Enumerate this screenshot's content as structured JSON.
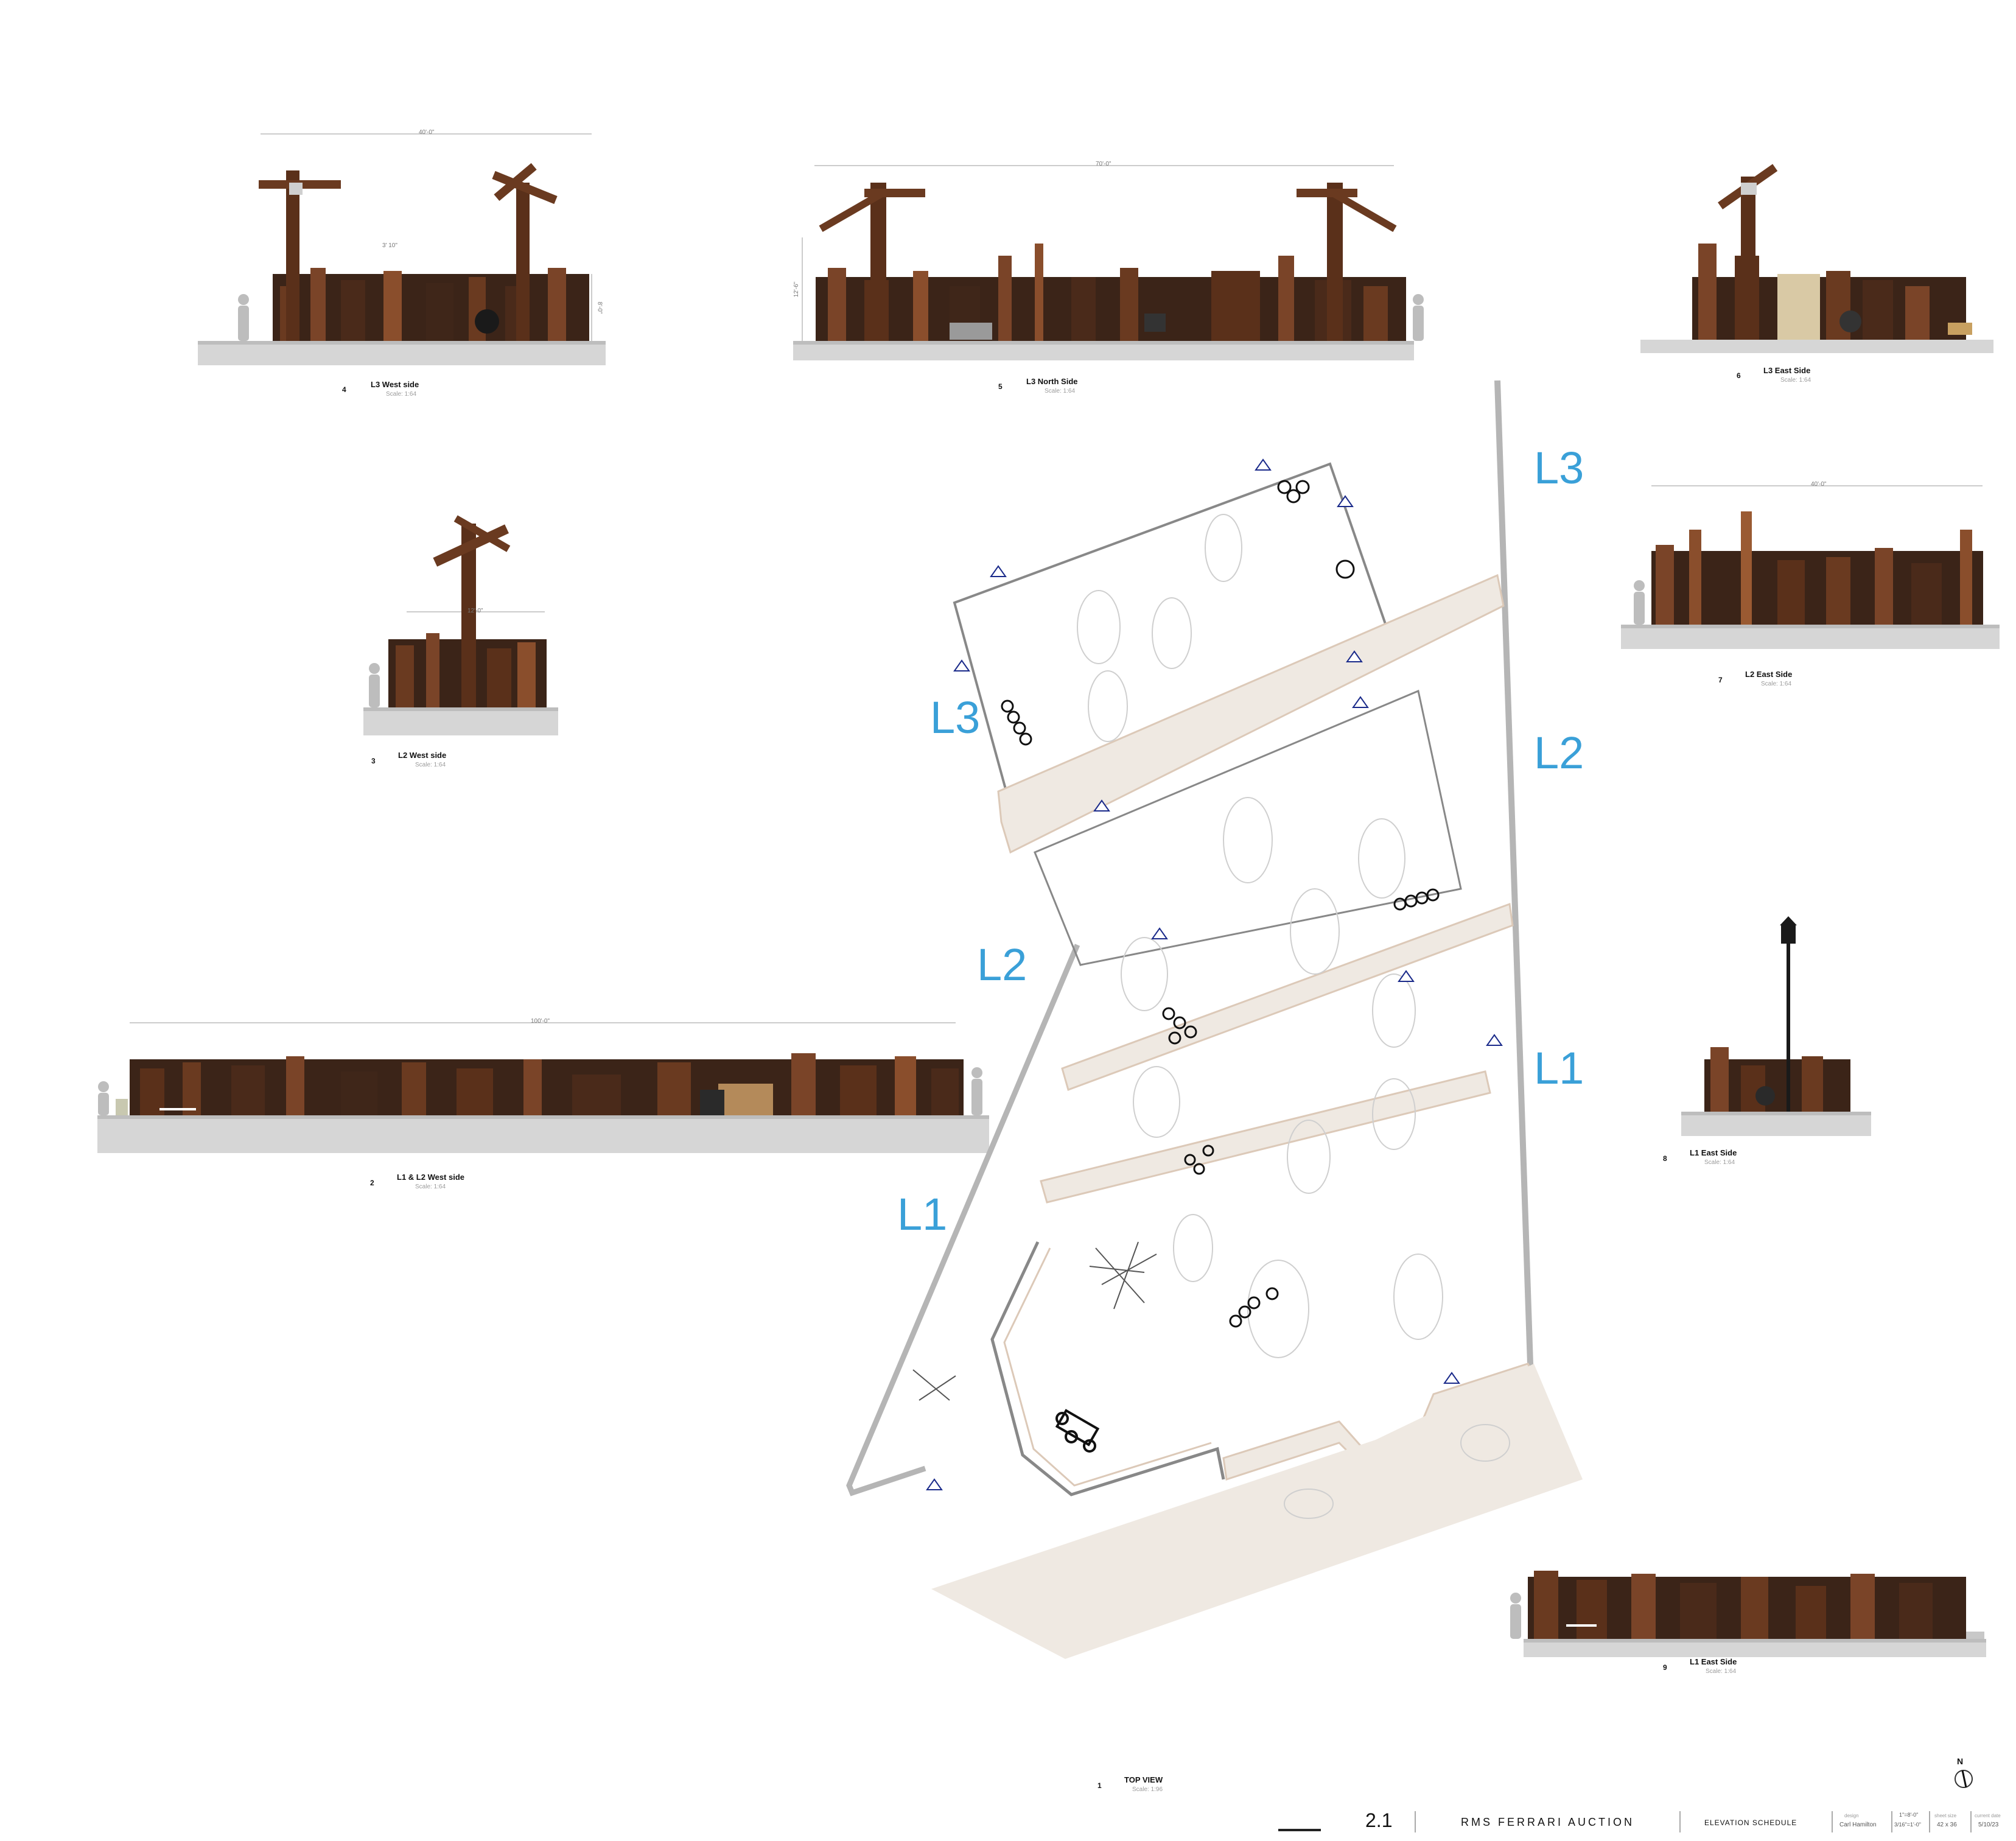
{
  "views": {
    "v4": {
      "number": "4",
      "title": "L3 West side",
      "scale": "Scale: 1:64",
      "dim": "40'-0\"",
      "sub_dim": "3' 10\"",
      "side_dim": "8'-0\""
    },
    "v5": {
      "number": "5",
      "title": "L3 North Side",
      "scale": "Scale: 1:64",
      "dim": "70'-0\"",
      "side_dim": "12'-6\""
    },
    "v6": {
      "number": "6",
      "title": "L3 East Side",
      "scale": "Scale: 1:64"
    },
    "v3": {
      "number": "3",
      "title": "L2 West side",
      "scale": "Scale: 1:64",
      "dim": "12'-0\""
    },
    "v7": {
      "number": "7",
      "title": "L2 East Side",
      "scale": "Scale: 1:64",
      "dim": "40'-0\""
    },
    "v2": {
      "number": "2",
      "title": "L1 & L2 West side",
      "scale": "Scale: 1:64",
      "dim": "100'-0\""
    },
    "v8": {
      "number": "8",
      "title": "L1 East Side",
      "scale": "Scale: 1:64"
    },
    "v9": {
      "number": "9",
      "title": "L1 East Side",
      "scale": "Scale: 1:64"
    },
    "v1": {
      "number": "1",
      "title": "TOP VIEW",
      "scale": "Scale: 1:96"
    }
  },
  "levels": {
    "right_l3": "L3",
    "right_l2": "L2",
    "right_l1": "L1",
    "left_l3": "L3",
    "left_l2": "L2",
    "left_l1": "L1"
  },
  "title_block": {
    "sheet": "2.1",
    "project": "RMS FERRARI AUCTION",
    "sheet_title": "ELEVATION SCHEDULE",
    "design_label": "design",
    "design_value": "Carl Hamilton",
    "scale_label": "1\"=8'-0\"",
    "scale_value": "3/16\"=1'-0\"",
    "size_label": "sheet size",
    "size_value": "42 x 36",
    "date_label": "current date",
    "date_value": "5/10/23"
  },
  "colors": {
    "wood_dark": "#3b2418",
    "wood_mid": "#6a3a20",
    "wood_light": "#9a5a32",
    "ground": "#d6d6d6",
    "path": "#efe9e2",
    "path_stripe": "#dcc9b8",
    "label_blue": "#3aa0d8",
    "tag_blue": "#1a2a8a"
  }
}
